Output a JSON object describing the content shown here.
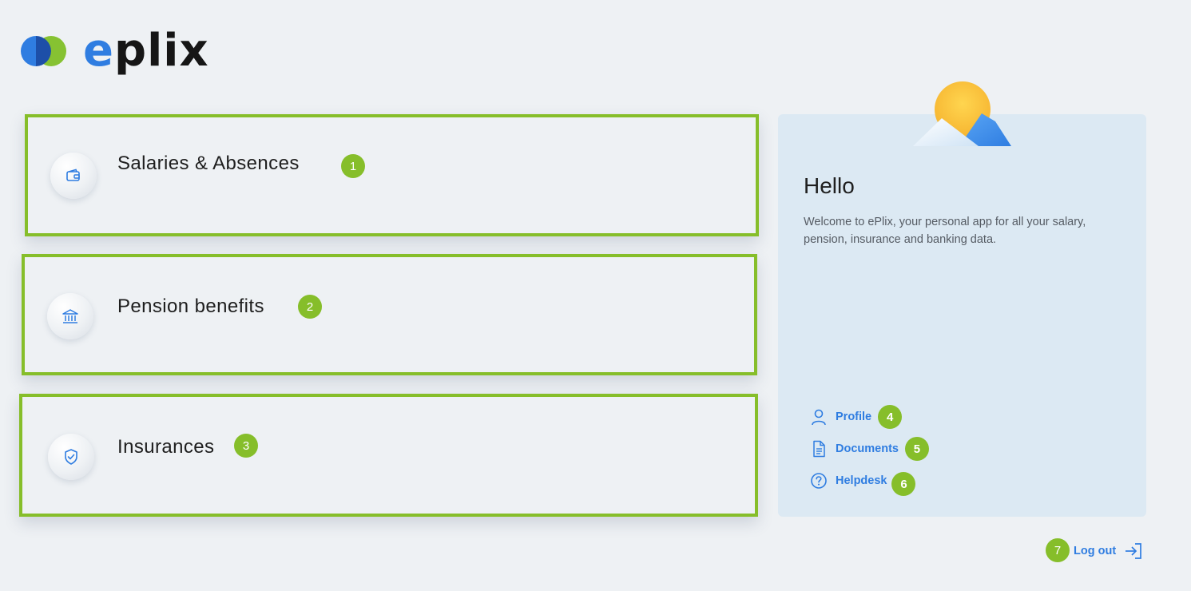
{
  "app": {
    "logo_text_first": "e",
    "logo_text_rest": "plix",
    "brand_blue": "#2f7de1",
    "brand_green": "#86be2a"
  },
  "cards": [
    {
      "title": "Salaries & Absences",
      "icon": "wallet-icon",
      "badge": "1"
    },
    {
      "title": "Pension benefits",
      "icon": "bank-icon",
      "badge": "2"
    },
    {
      "title": "Insurances",
      "icon": "shield-check-icon",
      "badge": "3"
    }
  ],
  "panel": {
    "greeting": "Hello",
    "welcome": "Welcome to ePlix, your personal app for all your salary, pension, insurance and banking data.",
    "links": [
      {
        "label": "Profile",
        "icon": "user-icon",
        "badge": "4"
      },
      {
        "label": "Documents",
        "icon": "document-icon",
        "badge": "5"
      },
      {
        "label": "Helpdesk",
        "icon": "help-icon",
        "badge": "6"
      }
    ]
  },
  "logout": {
    "label": "Log out",
    "icon": "logout-icon",
    "badge": "7"
  }
}
